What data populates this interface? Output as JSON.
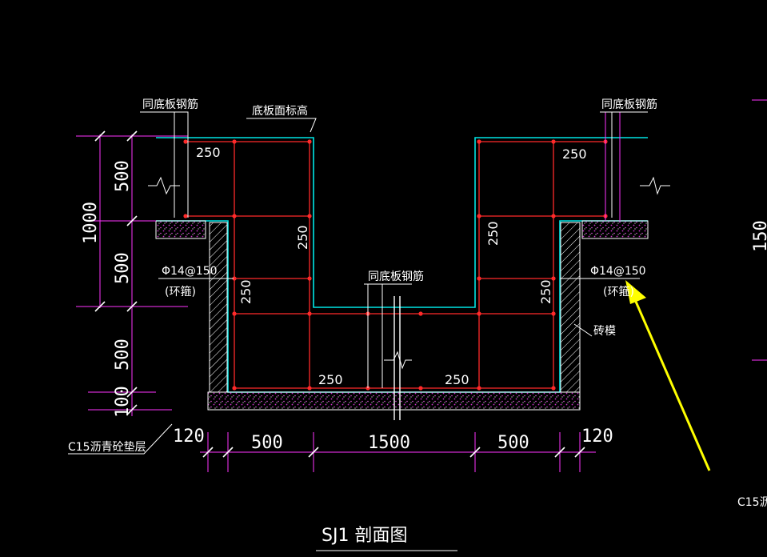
{
  "drawing": {
    "title": "SJ1  剖面图",
    "background": "#000000",
    "colors": {
      "concrete_line": "#00e5e5",
      "rebar": "#ff2a2a",
      "dimension": "#ff33ff",
      "leader": "#ffffff",
      "arrow": "#ffff00",
      "fill_speckle": "#cc33cc"
    },
    "labels": {
      "same_slab_rebar": "同底板钢筋",
      "slab_top_elevation": "底板面标高",
      "ring_bar_spec": "Φ14@150",
      "ring_bar_note": "(环箍)",
      "brick_mold": "砖模",
      "cushion": "C15沥青砼垫层",
      "cushion_cut": "C15沥",
      "rebar_spacing": "250"
    },
    "dimensions": {
      "vertical": [
        "1000",
        "500",
        "500",
        "500",
        "100"
      ],
      "horizontal": [
        "120",
        "500",
        "1500",
        "500",
        "120"
      ],
      "right_cut": "150"
    }
  }
}
